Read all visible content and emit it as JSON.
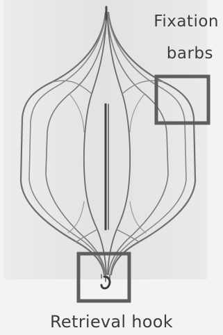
{
  "labels": {
    "fixation_barbs_line1": "Fixation",
    "fixation_barbs_line2": "barbs",
    "retrieval_hook": "Retrieval hook"
  },
  "colors": {
    "background": "#f3f3f3",
    "photo_panel": "#e4e4e4",
    "wire": "#6f6f6f",
    "wire_dark": "#3f3f3f",
    "callout_box": "#5e5e5e",
    "label_text": "#3d3d3d"
  },
  "figure": {
    "subject": "filter-device-photo",
    "callouts": [
      "fixation-barbs-box",
      "retrieval-hook-box"
    ]
  }
}
